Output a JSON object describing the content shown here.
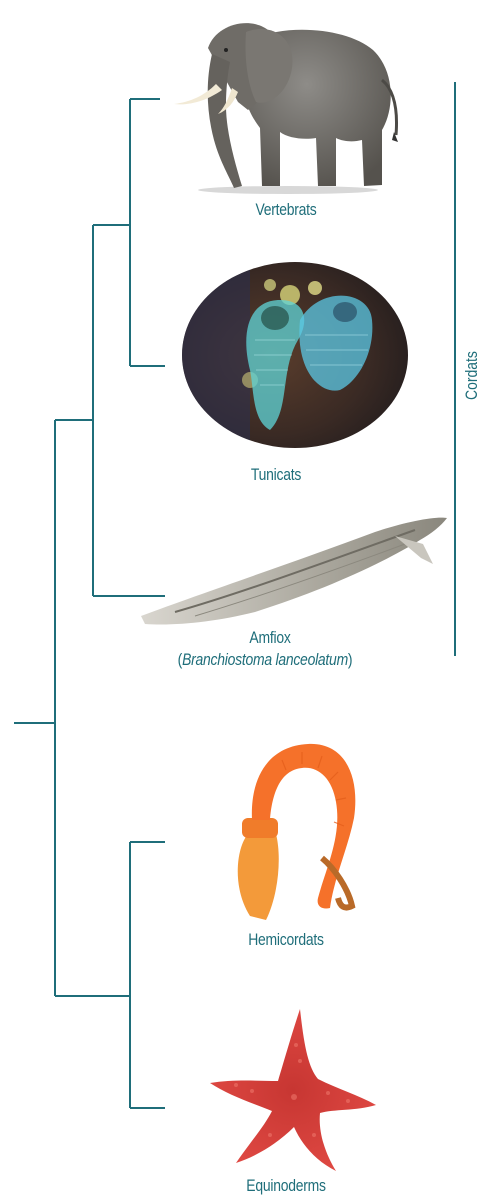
{
  "colors": {
    "tree_line": "#1f6e7a",
    "label": "#1f6e7a"
  },
  "taxa": [
    {
      "name": "Vertebrats",
      "icon": "elephant-image"
    },
    {
      "name": "Tunicats",
      "icon": "tunicate-image"
    },
    {
      "name": "Amfiox",
      "scientific_name": "Branchiostoma lanceolatum",
      "icon": "amphioxus-image"
    },
    {
      "name": "Hemicordats",
      "icon": "acorn-worm-image"
    },
    {
      "name": "Equinoderms",
      "icon": "starfish-image"
    }
  ],
  "group": {
    "label": "Cordats"
  },
  "paren_open": "(",
  "paren_close": ")"
}
